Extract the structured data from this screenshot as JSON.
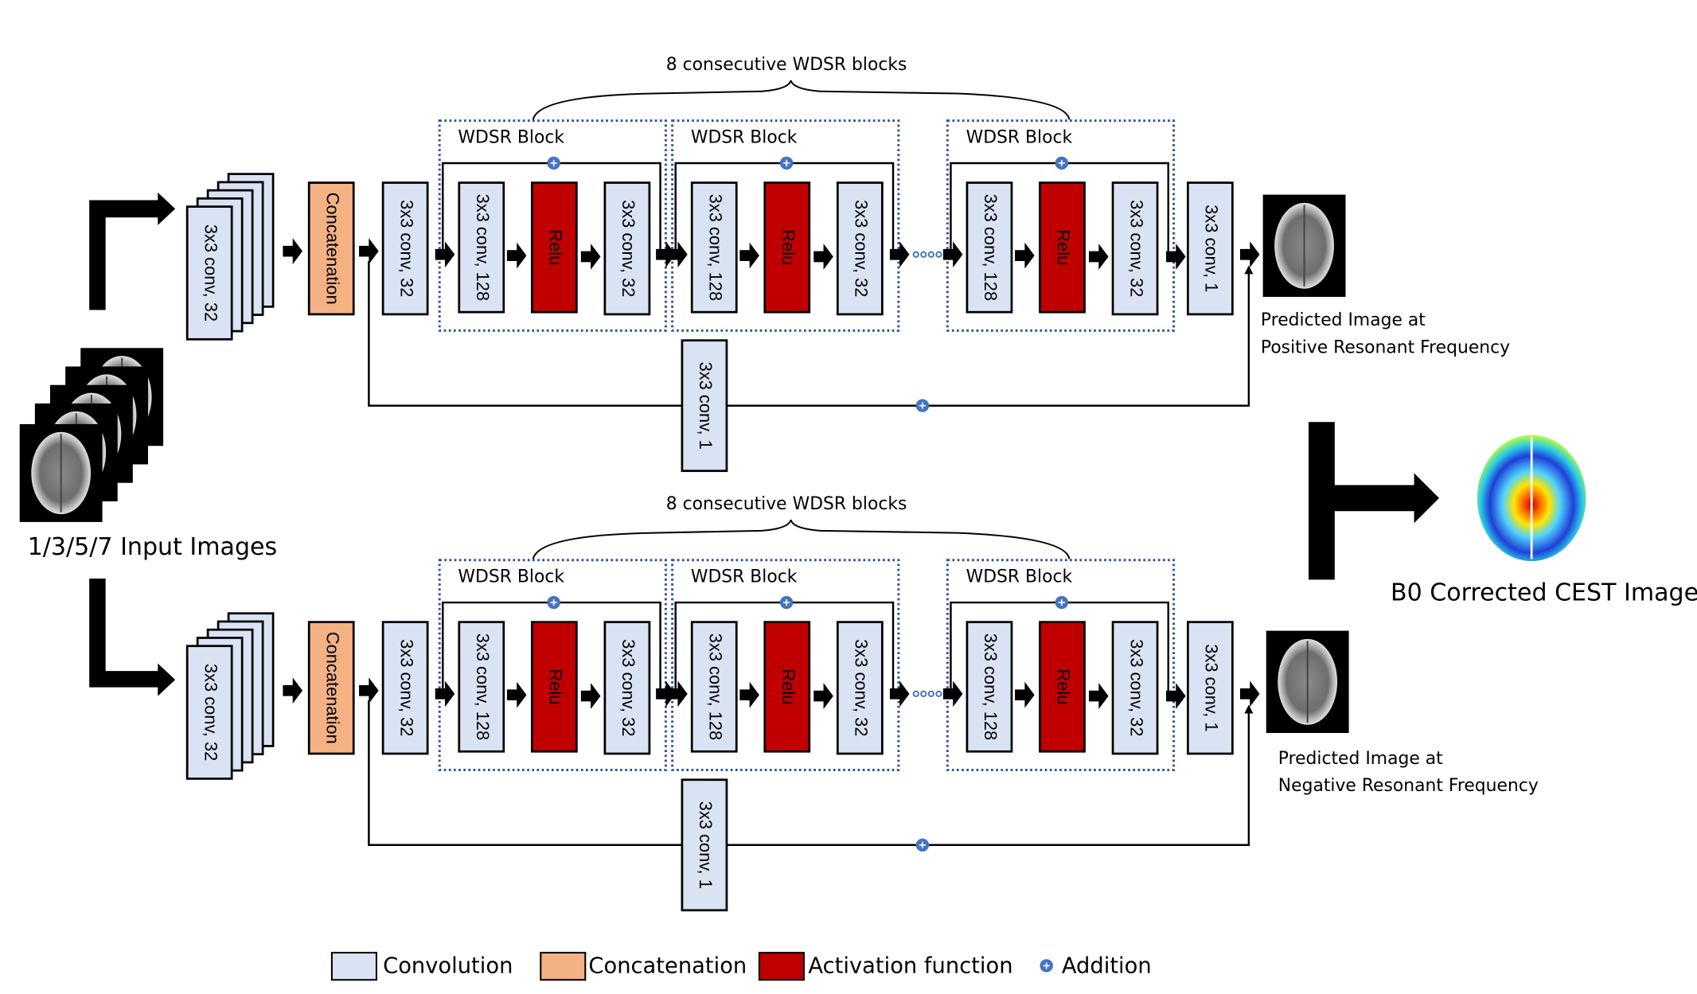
{
  "colors": {
    "convolution": "#DAE3F3",
    "concatenation": "#F4B183",
    "activation": "#C00000",
    "addition": "#4472C4",
    "block_border": "#2F5597"
  },
  "input": {
    "caption": "1/3/5/7 Input Images"
  },
  "pipelines": [
    {
      "brace_label": "8 consecutive WDSR blocks",
      "stack_conv": "3x3 conv, 32",
      "concat": "Concatenation",
      "head_conv": "3x3 conv, 32",
      "blocks": [
        {
          "title": "WDSR Block",
          "conv_a": "3x3 conv, 128",
          "act": "Relu",
          "conv_b": "3x3 conv, 32"
        },
        {
          "title": "WDSR Block",
          "conv_a": "3x3 conv, 128",
          "act": "Relu",
          "conv_b": "3x3 conv, 32"
        },
        {
          "title": "WDSR Block",
          "conv_a": "3x3 conv, 128",
          "act": "Relu",
          "conv_b": "3x3 conv, 32"
        }
      ],
      "tail_conv": "3x3 conv, 1",
      "skip_conv": "3x3 conv, 1",
      "output_line1": "Predicted Image at",
      "output_line2": "Positive Resonant Frequency"
    },
    {
      "brace_label": "8 consecutive WDSR blocks",
      "stack_conv": "3x3 conv, 32",
      "concat": "Concatenation",
      "head_conv": "3x3 conv, 32",
      "blocks": [
        {
          "title": "WDSR Block",
          "conv_a": "3x3 conv, 128",
          "act": "Relu",
          "conv_b": "3x3 conv, 32"
        },
        {
          "title": "WDSR Block",
          "conv_a": "3x3 conv, 128",
          "act": "Relu",
          "conv_b": "3x3 conv, 32"
        },
        {
          "title": "WDSR Block",
          "conv_a": "3x3 conv, 128",
          "act": "Relu",
          "conv_b": "3x3 conv, 32"
        }
      ],
      "tail_conv": "3x3 conv, 1",
      "skip_conv": "3x3 conv, 1",
      "output_line1": "Predicted Image at",
      "output_line2": "Negative Resonant Frequency"
    }
  ],
  "result": {
    "caption": "B0 Corrected CEST Image"
  },
  "legend": [
    {
      "label": "Convolution",
      "kind": "convolution"
    },
    {
      "label": "Concatenation",
      "kind": "concatenation"
    },
    {
      "label": "Activation function",
      "kind": "activation"
    },
    {
      "label": "Addition",
      "kind": "addition"
    }
  ]
}
